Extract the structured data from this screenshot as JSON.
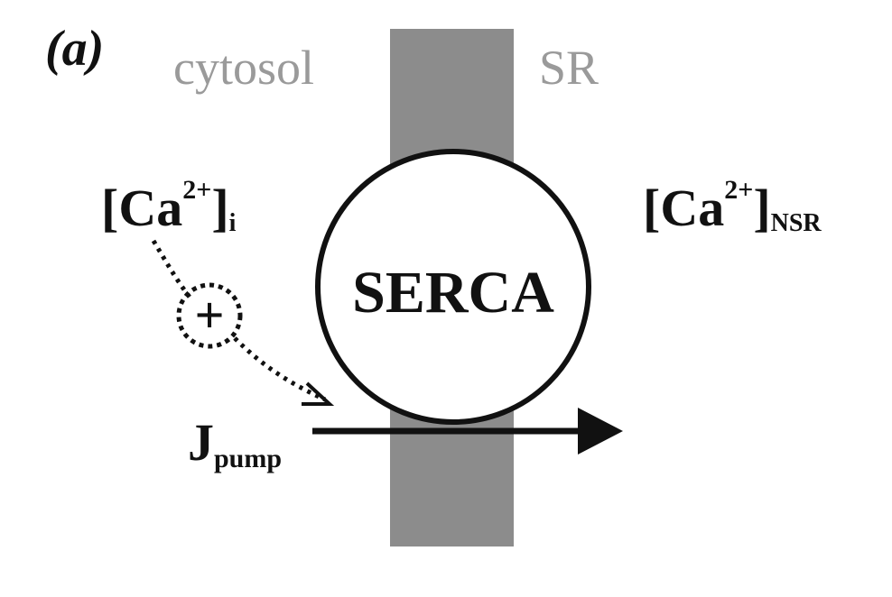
{
  "panel_label": "(a)",
  "region_left": "cytosol",
  "region_right": "SR",
  "ca_cytosol": {
    "base": "[Ca",
    "sup": "2+",
    "close": "]",
    "sub": "i"
  },
  "ca_nsr": {
    "base": "[Ca",
    "sup": "2+",
    "close": "]",
    "sub": "NSR"
  },
  "protein_label": "SERCA",
  "activation_symbol": "+",
  "flux": {
    "base": "J",
    "sub": "pump"
  },
  "colors": {
    "membrane": "#8c8c8c",
    "region_text": "#9a9a9a",
    "ink": "#111111",
    "background": "#ffffff"
  }
}
